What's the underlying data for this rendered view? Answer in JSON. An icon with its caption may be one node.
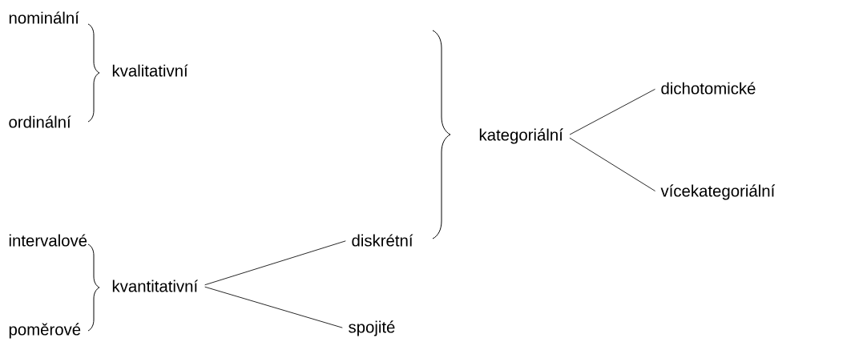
{
  "diagram": {
    "nodes": [
      {
        "text": [
          "nominální"
        ]
      },
      {
        "text": [
          "ordinální"
        ]
      },
      {
        "text": [
          "kvalitativní"
        ]
      },
      {
        "text": [
          "intervalové"
        ]
      },
      {
        "text": [
          "poměrové"
        ]
      },
      {
        "text": [
          "kvantitativní"
        ]
      },
      {
        "text": [
          "diskrétní"
        ]
      },
      {
        "text": [
          "spojité"
        ]
      },
      {
        "text": [
          "kategoriální"
        ]
      },
      {
        "text": [
          "dichotomické"
        ]
      },
      {
        "text": [
          "vícekategoriální"
        ]
      }
    ],
    "edges": [
      {
        "from": 5,
        "to": 6,
        "arrow": "none"
      },
      {
        "from": 5,
        "to": 7,
        "arrow": "none"
      },
      {
        "from": 8,
        "to": 9,
        "arrow": "none"
      },
      {
        "from": 8,
        "to": 10,
        "arrow": "none"
      }
    ]
  }
}
